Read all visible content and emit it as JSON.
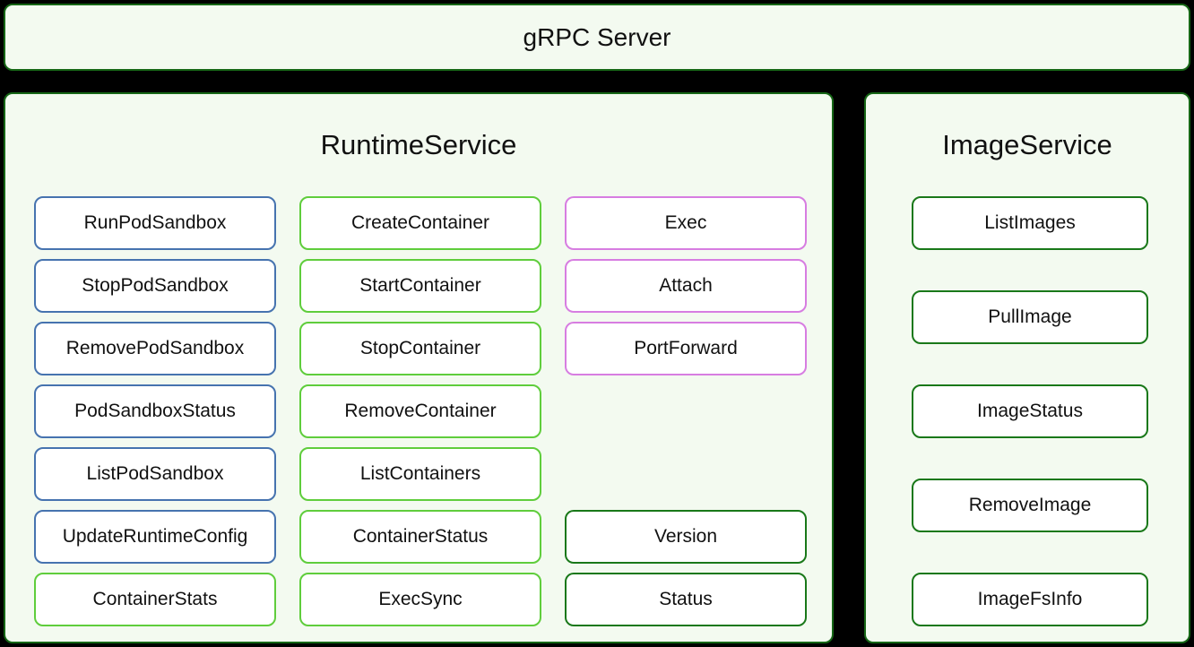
{
  "header": {
    "title": "gRPC Server"
  },
  "colors": {
    "background": "#000000",
    "panel_background": "#f3faf0",
    "box_background": "#ffffff",
    "panel_border": "#166716",
    "dark_green_border": "#197819",
    "blue_border": "#4673af",
    "lime_green_border": "#5fcd3c",
    "purple_border": "#d77de1",
    "text": "#111111"
  },
  "runtime_service": {
    "title": "RuntimeService",
    "columns": [
      {
        "methods": [
          {
            "label": "RunPodSandbox",
            "border": "blue"
          },
          {
            "label": "StopPodSandbox",
            "border": "blue"
          },
          {
            "label": "RemovePodSandbox",
            "border": "blue"
          },
          {
            "label": "PodSandboxStatus",
            "border": "blue"
          },
          {
            "label": "ListPodSandbox",
            "border": "blue"
          },
          {
            "label": "UpdateRuntimeConfig",
            "border": "blue"
          },
          {
            "label": "ContainerStats",
            "border": "lime_green"
          }
        ]
      },
      {
        "methods": [
          {
            "label": "CreateContainer",
            "border": "lime_green"
          },
          {
            "label": "StartContainer",
            "border": "lime_green"
          },
          {
            "label": "StopContainer",
            "border": "lime_green"
          },
          {
            "label": "RemoveContainer",
            "border": "lime_green"
          },
          {
            "label": "ListContainers",
            "border": "lime_green"
          },
          {
            "label": "ContainerStatus",
            "border": "lime_green"
          },
          {
            "label": "ExecSync",
            "border": "lime_green"
          }
        ]
      },
      {
        "methods": [
          {
            "label": "Exec",
            "border": "purple",
            "row": 1
          },
          {
            "label": "Attach",
            "border": "purple",
            "row": 2
          },
          {
            "label": "PortForward",
            "border": "purple",
            "row": 3
          },
          {
            "label": "Version",
            "border": "dark_green",
            "row": 6
          },
          {
            "label": "Status",
            "border": "dark_green",
            "row": 7
          }
        ]
      }
    ]
  },
  "image_service": {
    "title": "ImageService",
    "methods": [
      {
        "label": "ListImages",
        "border": "dark_green"
      },
      {
        "label": "PullImage",
        "border": "dark_green"
      },
      {
        "label": "ImageStatus",
        "border": "dark_green"
      },
      {
        "label": "RemoveImage",
        "border": "dark_green"
      },
      {
        "label": "ImageFsInfo",
        "border": "dark_green"
      }
    ]
  }
}
